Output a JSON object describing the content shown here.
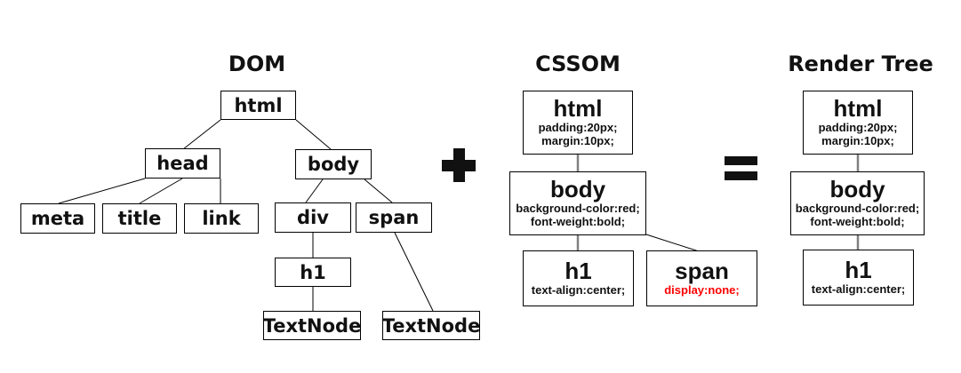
{
  "sections": {
    "dom": {
      "title": "DOM",
      "nodes": {
        "html": "html",
        "head": "head",
        "body": "body",
        "meta": "meta",
        "title": "title",
        "link": "link",
        "div": "div",
        "span": "span",
        "h1": "h1",
        "textnode_left": "TextNode",
        "textnode_right": "TextNode"
      },
      "edges": [
        "html-head",
        "html-body",
        "head-meta",
        "head-title",
        "head-link",
        "body-div",
        "body-span",
        "div-h1",
        "h1-textnode_left",
        "span-textnode_right"
      ]
    },
    "cssom": {
      "title": "CSSOM",
      "nodes": {
        "html": {
          "tag": "html",
          "props": [
            "padding:20px;",
            "margin:10px;"
          ]
        },
        "body": {
          "tag": "body",
          "props": [
            "background-color:red;",
            "font-weight:bold;"
          ]
        },
        "h1": {
          "tag": "h1",
          "props": [
            "text-align:center;"
          ]
        },
        "span": {
          "tag": "span",
          "props": [
            "display:none;"
          ],
          "highlighted": true
        }
      },
      "edges": [
        "html-body",
        "body-h1",
        "body-span"
      ]
    },
    "render_tree": {
      "title": "Render Tree",
      "nodes": {
        "html": {
          "tag": "html",
          "props": [
            "padding:20px;",
            "margin:10px;"
          ]
        },
        "body": {
          "tag": "body",
          "props": [
            "background-color:red;",
            "font-weight:bold;"
          ]
        },
        "h1": {
          "tag": "h1",
          "props": [
            "text-align:center;"
          ]
        }
      },
      "edges": [
        "html-body",
        "body-h1"
      ]
    }
  },
  "operators": {
    "plus": "+",
    "equals": "="
  },
  "colors": {
    "highlight_red": "#ff0000",
    "connector_gray": "#808080",
    "line_black": "#000000",
    "box_background": "#ffffff"
  }
}
